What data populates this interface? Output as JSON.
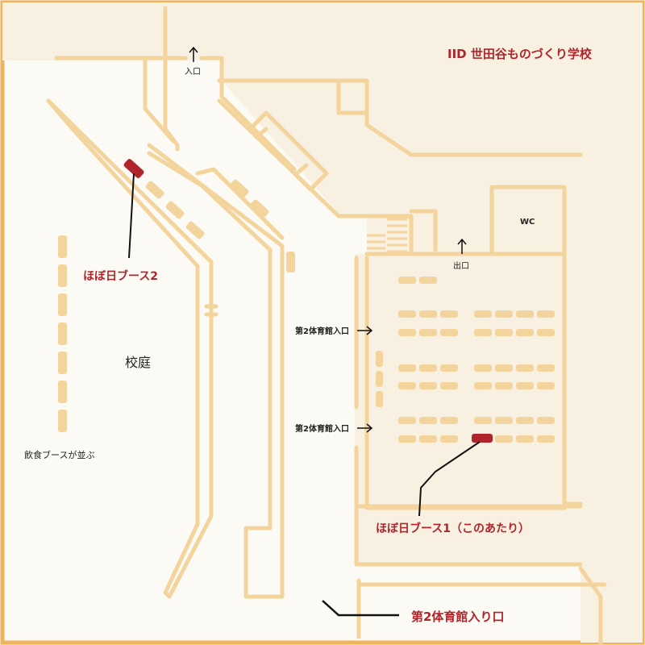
{
  "title": "IID 世田谷ものづくり学校",
  "labels": {
    "entrance": "入口",
    "exit": "出口",
    "wc": "WC",
    "booth2": "ほぼ日ブース2",
    "courtyard": "校庭",
    "food": "飲食ブースが並ぶ",
    "gym_entrance_a": "第2体育館入口",
    "gym_entrance_b": "第2体育館入口",
    "booth1": "ほぼ日ブース1（このあたり）",
    "gym_entrance_bottom": "第2体育館入り口"
  },
  "colors": {
    "frame": "#f0b35a",
    "wall": "#f3d49c",
    "accent": "#b0252b",
    "bg": "#fcfaf5"
  }
}
